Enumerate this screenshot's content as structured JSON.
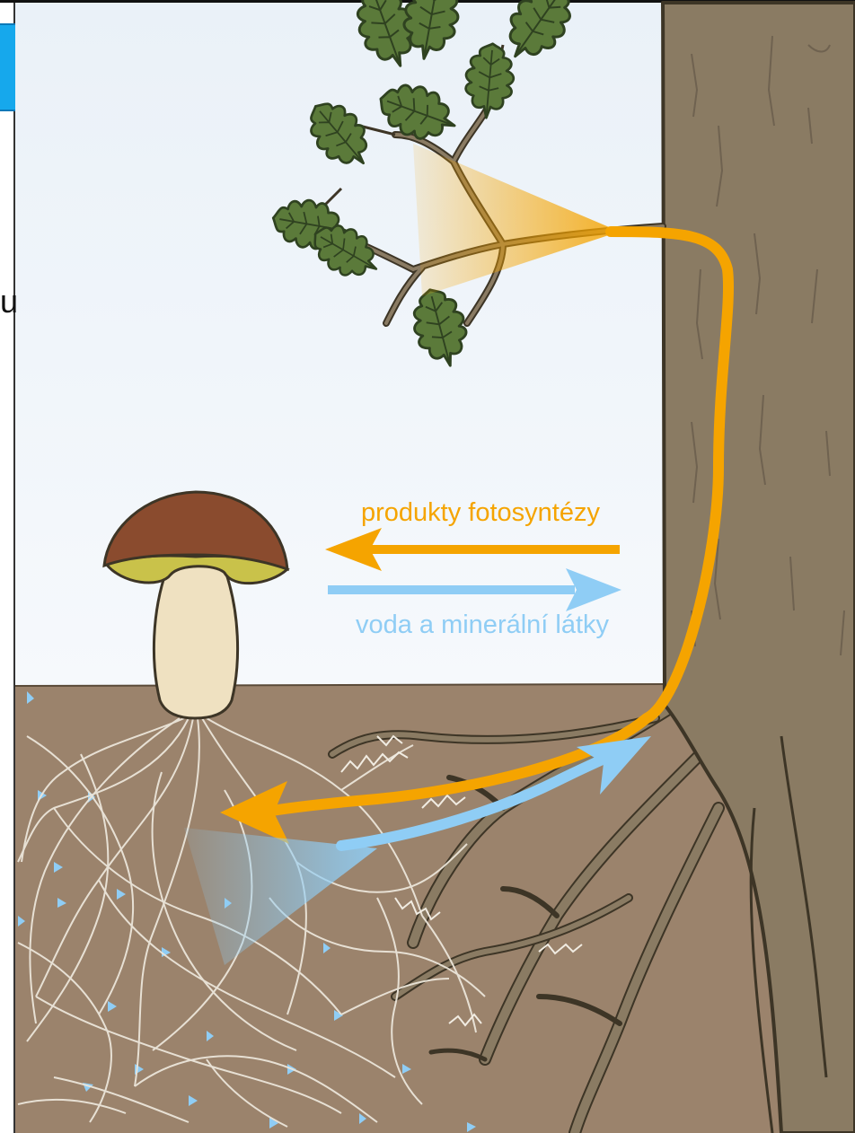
{
  "labels": {
    "photosynthesis_products": "produkty fotosyntézy",
    "water_minerals": "voda a minerální látky",
    "side_letter": "u"
  },
  "colors": {
    "sky": "#eef4fa",
    "soil": "#9b836c",
    "trunk": "#8a7b63",
    "trunk_outline": "#3d3526",
    "leaf": "#5b7a3a",
    "leaf_dark": "#2f4220",
    "mushroom_cap": "#8a4b2e",
    "mushroom_gills": "#c9c24a",
    "mushroom_stem": "#efe1c1",
    "orange_flow": "#f5a400",
    "blue_flow": "#8fcdf5",
    "hyphae": "#e8e2d6",
    "side_tab": "#16a8ec"
  },
  "icons": [
    "oak-tree",
    "oak-leaf",
    "bolete-mushroom",
    "fungal-hyphae",
    "tree-roots"
  ]
}
